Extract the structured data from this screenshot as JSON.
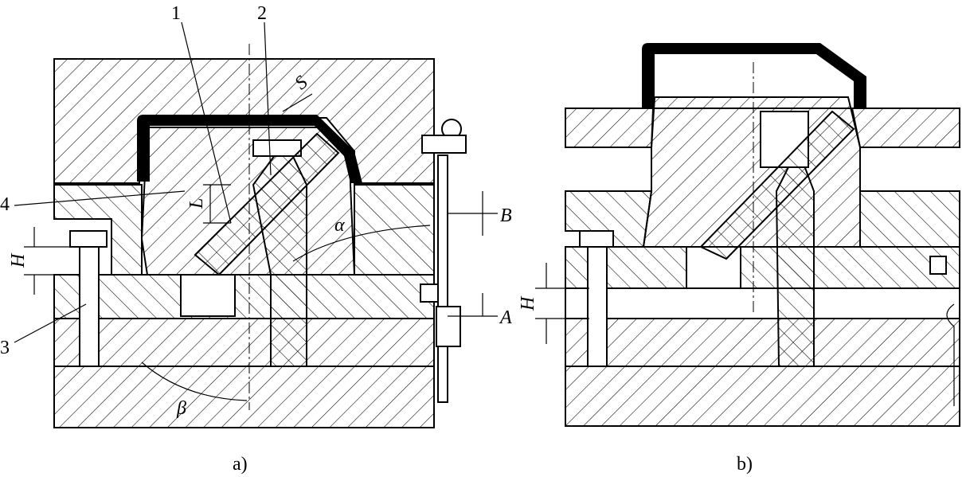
{
  "figure_a": {
    "caption": "a)",
    "part_labels": [
      "1",
      "2",
      "3",
      "4"
    ],
    "symbols": {
      "S": "S",
      "L": "L",
      "H": "H",
      "alpha": "α",
      "beta": "β",
      "A": "A",
      "B": "B"
    }
  },
  "figure_b": {
    "caption": "b)",
    "symbols": {
      "H": "H"
    }
  }
}
